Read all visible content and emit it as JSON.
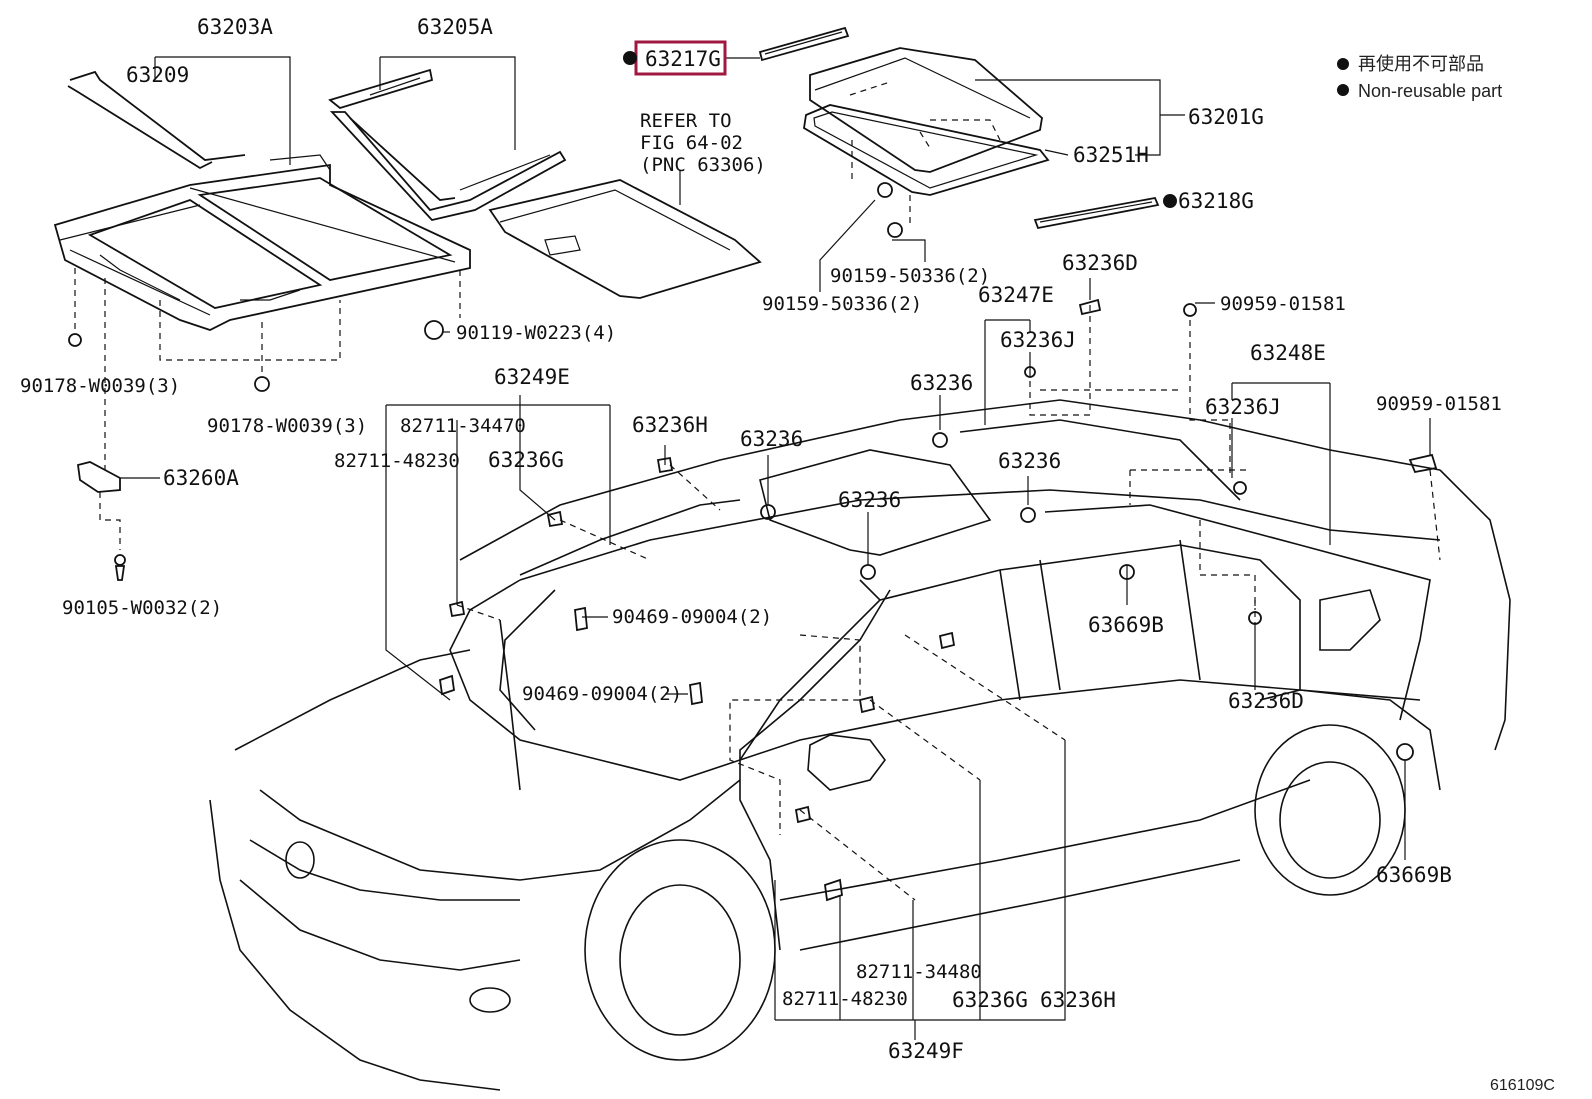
{
  "legend": {
    "jp": "再使用不可部品",
    "en": "Non-reusable part"
  },
  "figure_number": "616109C",
  "refer": {
    "line1": "REFER TO",
    "line2": "FIG 64-02",
    "line3": "(PNC 63306)"
  },
  "highlight": {
    "part": "63217G",
    "color": "#a01840"
  },
  "labels": {
    "p63203A": "63203A",
    "p63205A": "63205A",
    "p63209": "63209",
    "p63217G": "63217G",
    "p63201G": "63201G",
    "p63251H": "63251H",
    "p63218G": "63218G",
    "p90159a": "90159-50336(2)",
    "p90159b": "90159-50336(2)",
    "p90119": "90119-W0223(4)",
    "p90178a": "90178-W0039(3)",
    "p90178b": "90178-W0039(3)",
    "p63260A": "63260A",
    "p90105": "90105-W0032(2)",
    "p63249E": "63249E",
    "p82711_34470": "82711-34470",
    "p82711_48230a": "82711-48230",
    "p63236G_top": "63236G",
    "p63236H_top": "63236H",
    "p63236_a": "63236",
    "p63236_b": "63236",
    "p63236_c": "63236",
    "p63236_d": "63236",
    "p63247E": "63247E",
    "p63236J_a": "63236J",
    "p63236D_top": "63236D",
    "p90959_a": "90959-01581",
    "p63248E": "63248E",
    "p63236J_b": "63236J",
    "p90959_b": "90959-01581",
    "p90469_a": "90469-09004(2)",
    "p90469_b": "90469-09004(2)",
    "p63669B_a": "63669B",
    "p63236D_bot": "63236D",
    "p63669B_b": "63669B",
    "p82711_34480": "82711-34480",
    "p82711_48230b": "82711-48230",
    "p63236G_bot": "63236G",
    "p63236H_bot": "63236H",
    "p63249F": "63249F"
  }
}
